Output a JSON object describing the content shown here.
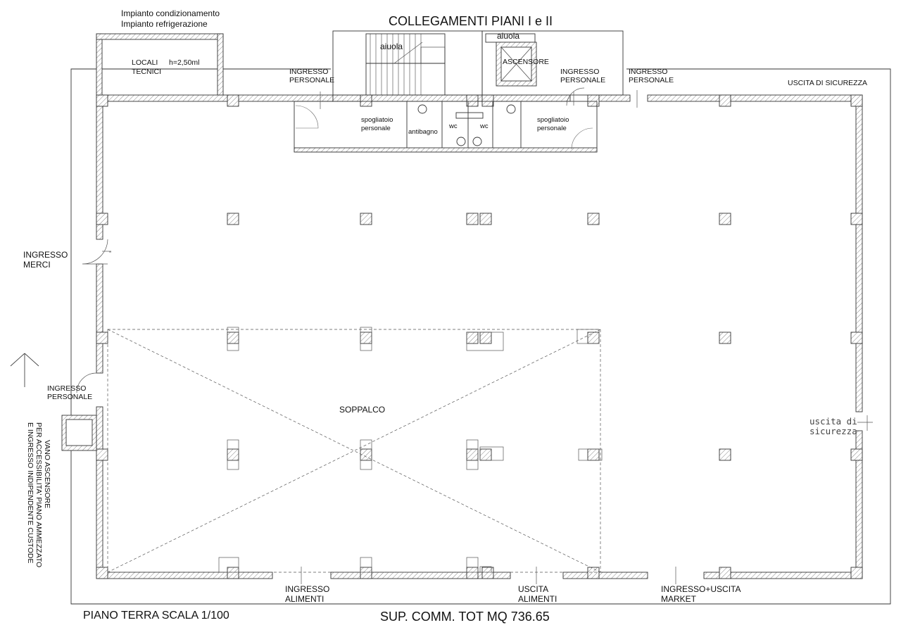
{
  "title": "COLLEGAMENTI PIANI I e II",
  "top_notes": {
    "line1": "Impianto condizionamento",
    "line2": "Impianto refrigerazione"
  },
  "locali_tecnici": {
    "line1": "LOCALI",
    "line2": "TECNICI",
    "height": "h=2,50ml"
  },
  "aiuola_1": "aiuola",
  "aiuola_2": "aiuola",
  "ascensore": "ASCENSORE",
  "ingresso_personale_1": {
    "line1": "INGRESSO",
    "line2": "PERSONALE"
  },
  "ingresso_personale_2": {
    "line1": "INGRESSO",
    "line2": "PERSONALE"
  },
  "ingresso_personale_3": {
    "line1": "INGRESSO",
    "line2": "PERSONALE"
  },
  "ingresso_personale_4": {
    "line1": "INGRESSO",
    "line2": "PERSONALE"
  },
  "uscita_sicurezza_top": "USCITA DI SICUREZZA",
  "spogliatoio_1": {
    "line1": "spogliatoio",
    "line2": "personale"
  },
  "spogliatoio_2": {
    "line1": "spogliatoio",
    "line2": "personale"
  },
  "antibagno": "antibagno",
  "wc_1": "wc",
  "wc_2": "wc",
  "ingresso_merci": {
    "line1": "INGRESSO",
    "line2": "MERCI"
  },
  "soppalco": "SOPPALCO",
  "uscita_sicurezza_right": {
    "line1": "uscita di",
    "line2": "sicurezza"
  },
  "vano_ascensore": {
    "line1": "VANO ASCENSORE",
    "line2": "PER ACCESSIBILITA' PIANO AMMEZZATO",
    "line3": "E INGRESSO INDIPENDENTE CUSTODE"
  },
  "ingresso_alimenti": {
    "line1": "INGRESSO",
    "line2": "ALIMENTI"
  },
  "uscita_alimenti": {
    "line1": "USCITA",
    "line2": "ALIMENTI"
  },
  "ingresso_uscita_market": {
    "line1": "INGRESSO+USCITA",
    "line2": "MARKET"
  },
  "scale_label": "PIANO TERRA SCALA 1/100",
  "surface_label": "SUP. COMM. TOT MQ 736.65"
}
